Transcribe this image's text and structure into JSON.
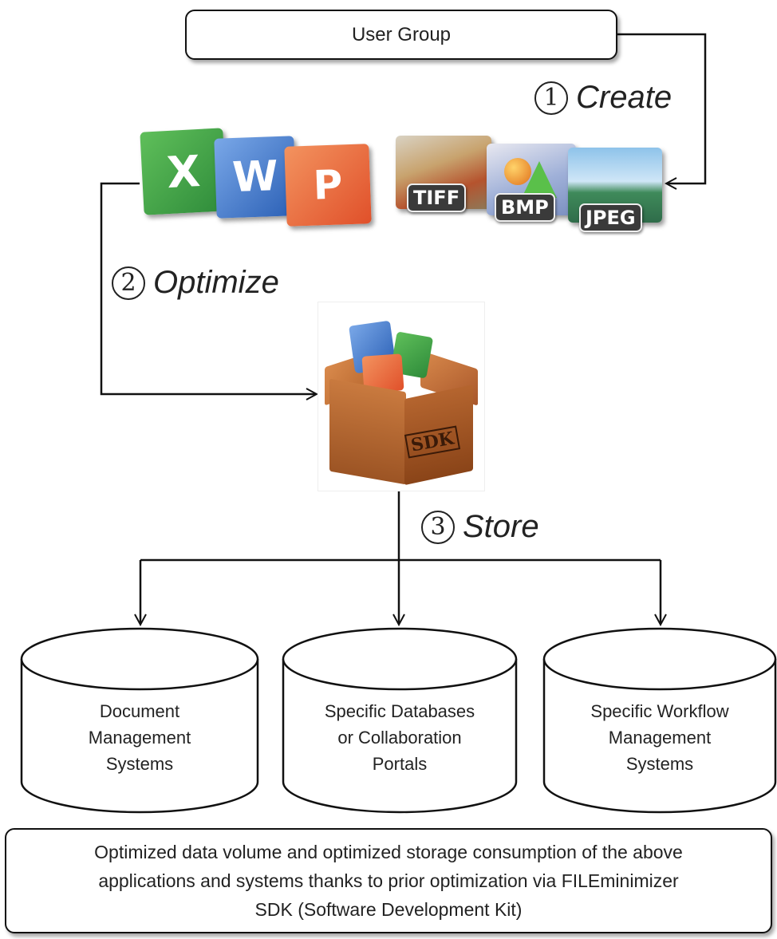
{
  "user_group_label": "User Group",
  "steps": [
    {
      "number": "1",
      "label": "Create"
    },
    {
      "number": "2",
      "label": "Optimize"
    },
    {
      "number": "3",
      "label": "Store"
    }
  ],
  "office_icons": [
    {
      "name": "excel-icon",
      "glyph": "X",
      "color": "#2e8b3a"
    },
    {
      "name": "word-icon",
      "glyph": "W",
      "color": "#2a5fb5"
    },
    {
      "name": "powerpoint-icon",
      "glyph": "P",
      "color": "#e0502a"
    }
  ],
  "image_formats": [
    "TIFF",
    "BMP",
    "JPEG"
  ],
  "sdk_label": "SDK",
  "databases": [
    {
      "lines": [
        "Document",
        "Management",
        "Systems"
      ]
    },
    {
      "lines": [
        "Specific Databases",
        "or Collaboration",
        "Portals"
      ]
    },
    {
      "lines": [
        "Specific Workflow",
        "Management",
        "Systems"
      ]
    }
  ],
  "footer": {
    "lines": [
      "Optimized data volume and optimized storage consumption of the above",
      "applications and systems thanks to prior optimization via FILEminimizer",
      "SDK (Software Development Kit)"
    ]
  }
}
